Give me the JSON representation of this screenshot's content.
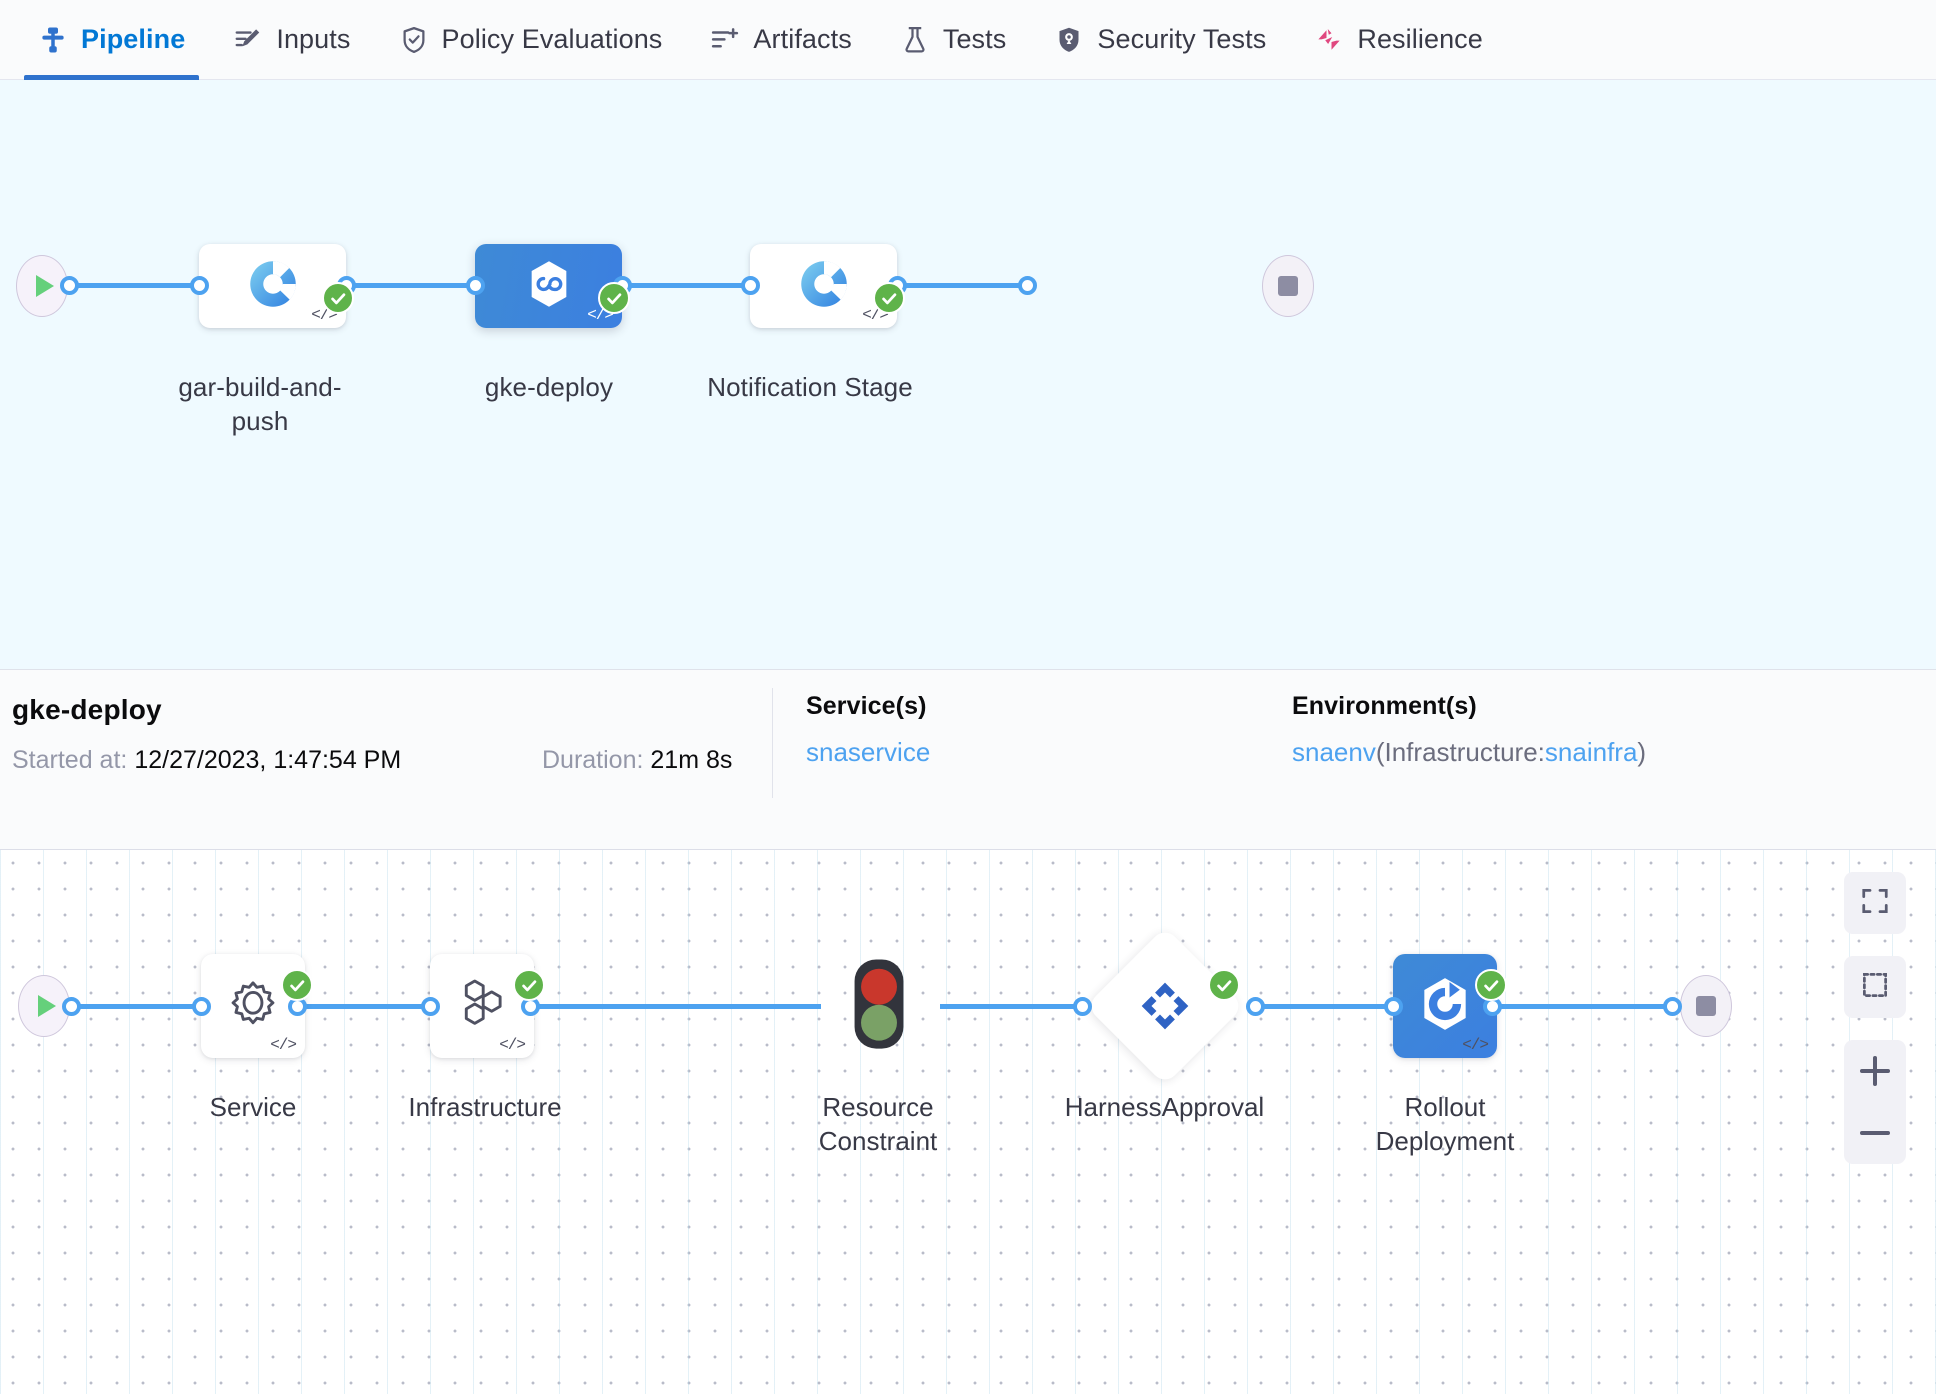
{
  "tabs": [
    {
      "label": "Pipeline",
      "icon": "pipeline-icon",
      "active": true
    },
    {
      "label": "Inputs",
      "icon": "inputs-icon",
      "active": false
    },
    {
      "label": "Policy Evaluations",
      "icon": "policy-shield-icon",
      "active": false
    },
    {
      "label": "Artifacts",
      "icon": "artifacts-icon",
      "active": false
    },
    {
      "label": "Tests",
      "icon": "flask-icon",
      "active": false
    },
    {
      "label": "Security Tests",
      "icon": "security-shield-icon",
      "active": false
    },
    {
      "label": "Resilience",
      "icon": "resilience-icon",
      "active": false
    }
  ],
  "pipeline": {
    "start_icon": "play-icon",
    "end_icon": "stop-icon",
    "stages": [
      {
        "label": "gar-build-and-push",
        "icon": "gar-build-icon",
        "status": "success",
        "selected": false,
        "has_code_mark": true
      },
      {
        "label": "gke-deploy",
        "icon": "deploy-cd-icon",
        "status": "success",
        "selected": true,
        "has_code_mark": true
      },
      {
        "label": "Notification Stage",
        "icon": "gar-build-icon",
        "status": "success",
        "selected": false,
        "has_code_mark": true
      }
    ]
  },
  "details": {
    "title": "gke-deploy",
    "started_label": "Started at:",
    "started_value": "12/27/2023, 1:47:54 PM",
    "duration_label": "Duration:",
    "duration_value": "21m 8s",
    "services": {
      "heading": "Service(s)",
      "value": "snaservice"
    },
    "environments": {
      "heading": "Environment(s)",
      "env": "snaenv",
      "open_paren": "(Infrastructure:",
      "infra": "snainfra",
      "close_paren": ")"
    }
  },
  "execution": {
    "start_icon": "play-icon",
    "end_icon": "stop-icon",
    "steps": [
      {
        "label": "Service",
        "icon": "gear-icon",
        "status": "success",
        "shape": "rect",
        "selected": false,
        "has_code_mark": true
      },
      {
        "label": "Infrastructure",
        "icon": "hexagons-icon",
        "status": "success",
        "shape": "rect",
        "selected": false,
        "has_code_mark": true
      },
      {
        "label": "Resource Constraint",
        "icon": "traffic-light-icon",
        "status": "none",
        "shape": "bare",
        "selected": false,
        "has_code_mark": false
      },
      {
        "label": "HarnessApproval",
        "icon": "approval-icon",
        "status": "success",
        "shape": "diamond",
        "selected": false,
        "has_code_mark": false
      },
      {
        "label": "Rollout Deployment",
        "icon": "rollout-icon",
        "status": "success",
        "shape": "rect",
        "selected": true,
        "has_code_mark": true
      }
    ]
  },
  "zoom_controls": [
    {
      "name": "fit-to-screen-button",
      "icon": "expand-icon"
    },
    {
      "name": "select-area-button",
      "icon": "dashed-square-icon"
    },
    {
      "name": "zoom-in-button",
      "icon": "plus-icon"
    },
    {
      "name": "zoom-out-button",
      "icon": "minus-icon"
    }
  ],
  "colors": {
    "accent": "#0278d5",
    "link": "#4da2f0",
    "success": "#5fb34a",
    "selected_node": "#3c7fe0",
    "canvas_bg": "#effaff"
  }
}
